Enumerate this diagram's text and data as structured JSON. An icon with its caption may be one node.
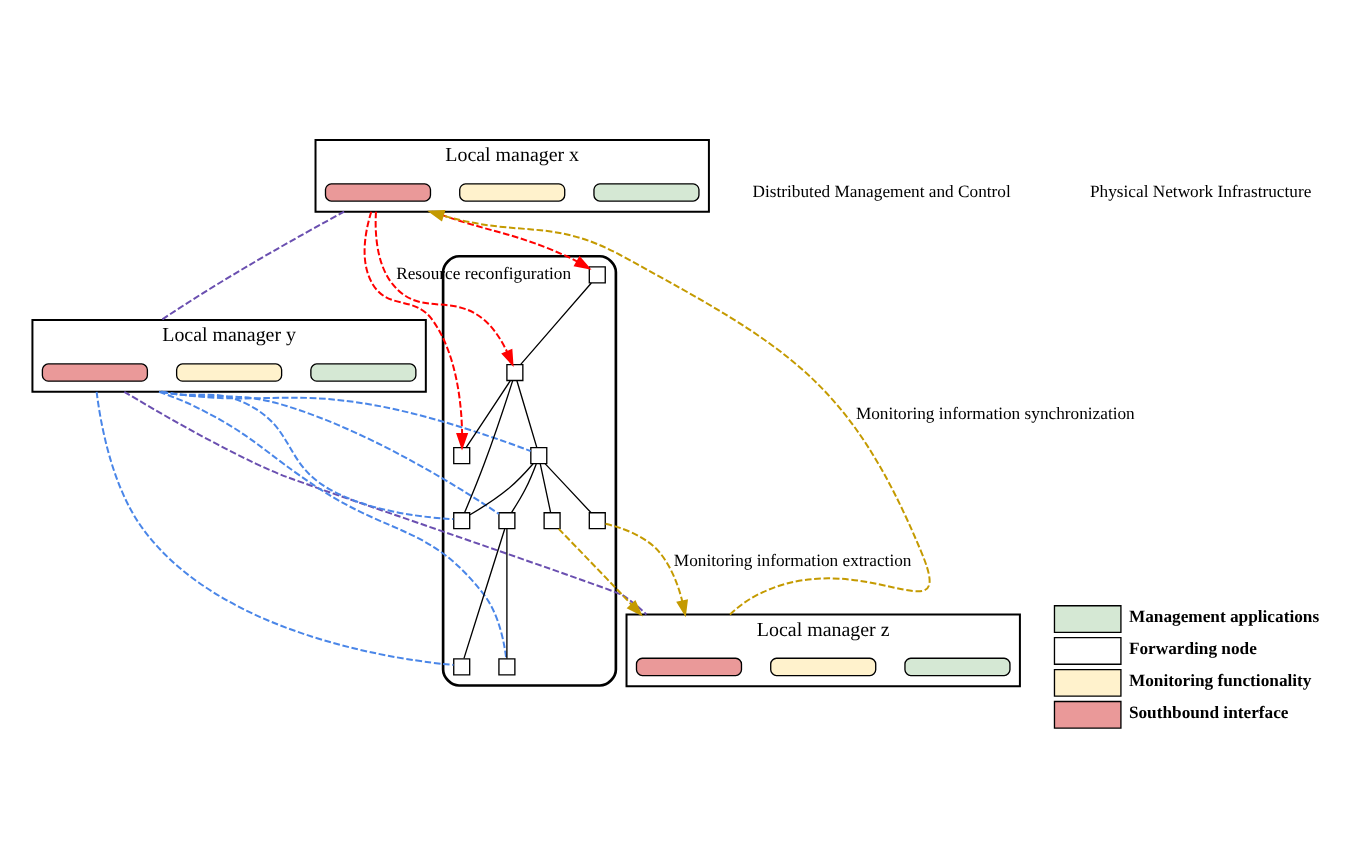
{
  "diagram": {
    "nodes": [
      {
        "text": [
          "Local manager x"
        ]
      },
      {
        "text": [],
        "shape": "bar",
        "in": 0
      },
      {
        "text": [],
        "shape": "bar",
        "in": 0
      },
      {
        "text": [],
        "shape": "bar",
        "in": 0
      },
      {
        "text": [
          "Local manager y"
        ]
      },
      {
        "text": [],
        "shape": "bar",
        "in": 4
      },
      {
        "text": [],
        "shape": "bar",
        "in": 4
      },
      {
        "text": [],
        "shape": "bar",
        "in": 4
      },
      {
        "text": [
          "Local manager z"
        ]
      },
      {
        "text": [],
        "shape": "bar",
        "in": 8
      },
      {
        "text": [],
        "shape": "bar",
        "in": 8
      },
      {
        "text": [],
        "shape": "bar",
        "in": 8
      },
      {
        "text": [],
        "shape": "cloud"
      },
      {
        "text": [],
        "shape": "box",
        "in": 12
      },
      {
        "text": [],
        "shape": "box",
        "in": 12
      },
      {
        "text": [],
        "shape": "box",
        "in": 12
      },
      {
        "text": [],
        "shape": "box",
        "in": 12
      },
      {
        "text": [],
        "shape": "box",
        "in": 12
      },
      {
        "text": [],
        "shape": "box",
        "in": 12
      },
      {
        "text": [],
        "shape": "box",
        "in": 12
      },
      {
        "text": [],
        "shape": "box",
        "in": 12
      },
      {
        "text": [],
        "shape": "box",
        "in": 12
      },
      {
        "text": [],
        "shape": "box",
        "in": 12
      }
    ],
    "edges": [
      {
        "from": 8,
        "to": 0,
        "arrow": "to",
        "style": "dashed",
        "color": "#c49a00",
        "label": "Monitoring information synchronization"
      },
      {
        "from": 0,
        "to": 4,
        "arrow": "none",
        "style": "dashed",
        "color": "#6a4fb0"
      },
      {
        "from": 4,
        "to": 8,
        "arrow": "none",
        "style": "dashed",
        "color": "#6a4fb0"
      },
      {
        "from": 0,
        "to": 13,
        "arrow": "to",
        "style": "dashed",
        "color": "#ff0000"
      },
      {
        "from": 0,
        "to": 15,
        "arrow": "to",
        "style": "dashed",
        "color": "#ff0000"
      },
      {
        "from": 0,
        "to": 14,
        "arrow": "to",
        "style": "dashed",
        "color": "#ff0000",
        "label": "Resource reconfiguration"
      },
      {
        "from": 4,
        "to": 16,
        "arrow": "none",
        "style": "dashed",
        "color": "#4a86e8"
      },
      {
        "from": 4,
        "to": 17,
        "arrow": "none",
        "style": "dashed",
        "color": "#4a86e8"
      },
      {
        "from": 4,
        "to": 18,
        "arrow": "none",
        "style": "dashed",
        "color": "#4a86e8"
      },
      {
        "from": 4,
        "to": 19,
        "arrow": "none",
        "style": "dashed",
        "color": "#4a86e8"
      },
      {
        "from": 4,
        "to": 20,
        "arrow": "none",
        "style": "dashed",
        "color": "#4a86e8"
      },
      {
        "from": 21,
        "to": 8,
        "arrow": "to",
        "style": "dashed",
        "color": "#c49a00"
      },
      {
        "from": 22,
        "to": 8,
        "arrow": "to",
        "style": "dashed",
        "color": "#c49a00",
        "label": "Monitoring information extraction"
      },
      {
        "from": 13,
        "to": 14,
        "arrow": "none"
      },
      {
        "from": 14,
        "to": 15,
        "arrow": "none"
      },
      {
        "from": 14,
        "to": 16,
        "arrow": "none"
      },
      {
        "from": 14,
        "to": 17,
        "arrow": "none"
      },
      {
        "from": 17,
        "to": 21,
        "arrow": "none"
      },
      {
        "from": 17,
        "to": 22,
        "arrow": "none"
      },
      {
        "from": 17,
        "to": 16,
        "arrow": "none"
      },
      {
        "from": 17,
        "to": 18,
        "arrow": "none"
      },
      {
        "from": 18,
        "to": 19,
        "arrow": "none"
      },
      {
        "from": 18,
        "to": 20,
        "arrow": "none"
      }
    ],
    "labels": [
      "Distributed Management and Control",
      "Physical Network Infrastructure"
    ],
    "legend": [
      {
        "text": "Management applications",
        "color": "#d5e8d4"
      },
      {
        "text": "Forwarding node"
      },
      {
        "text": "Monitoring functionality",
        "color": "#fff2cc"
      },
      {
        "text": "Southbound interface",
        "color": "#ea9999"
      }
    ]
  }
}
